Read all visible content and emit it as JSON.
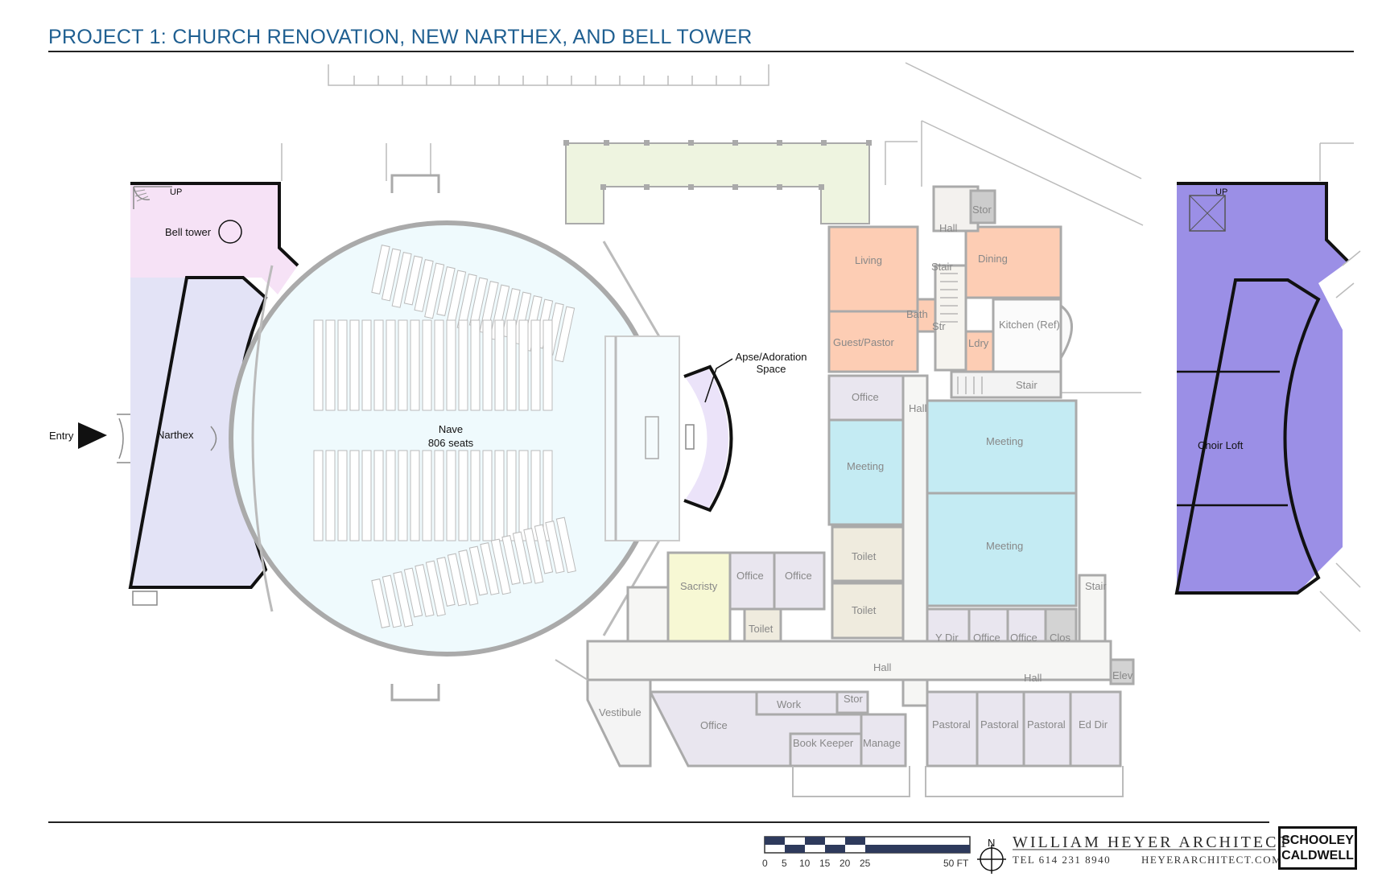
{
  "sheet_title": "PROJECT 1: CHURCH RENOVATION, NEW NARTHEX, AND BELL TOWER",
  "colors": {
    "title": "#1f5f91",
    "bell_tower": "#f6e2f6",
    "narthex": "#e3e3f6",
    "nave": "#effafd",
    "apse": "#ebe3f9",
    "residence": "#fdcdb4",
    "meeting": "#c4ebf3",
    "sacristy": "#f7f8d4",
    "toilet": "#efebde",
    "office": "#e9e6ef",
    "courtyard": "#eef4e0",
    "choir_loft": "#9b8fe6",
    "wall_new": "#111111",
    "wall_existing": "#aaaaaa"
  },
  "rooms": {
    "bell_tower": "Bell tower",
    "narthex": "Narthex",
    "entry": "Entry",
    "nave": "Nave",
    "nave_seats": "806 seats",
    "apse_line1": "Apse/Adoration",
    "apse_line2": "Space",
    "up_left": "UP",
    "up_right": "UP",
    "stor_top": "Stor",
    "hall_top": "Hall",
    "living": "Living",
    "stair_top": "Stair",
    "dining": "Dining",
    "bath": "Bath",
    "str": "Str",
    "kitchen": "Kitchen (Ref)",
    "guest_pastor": "Guest/Pastor",
    "ldry": "Ldry",
    "stair_mid": "Stair",
    "office_a": "Office",
    "hall_mid": "Hall",
    "meeting_a": "Meeting",
    "meeting_b": "Meeting",
    "meeting_c": "Meeting",
    "toilet_a": "Toilet",
    "toilet_b": "Toilet",
    "sacristy": "Sacristy",
    "office_b": "Office",
    "office_c": "Office",
    "toilet_c": "Toilet",
    "stair_right": "Stair",
    "y_dir": "Y Dir",
    "office_d": "Office",
    "office_e": "Office",
    "clos": "Clos",
    "hall_bottom": "Hall",
    "hall_right": "Hall",
    "elev": "Elev",
    "vestibule": "Vestibule",
    "work": "Work",
    "stor_bottom": "Stor",
    "office_f": "Office",
    "book_keeper": "Book Keeper",
    "manage": "Manage",
    "pastoral_a": "Pastoral",
    "pastoral_b": "Pastoral",
    "pastoral_c": "Pastoral",
    "ed_dir": "Ed Dir",
    "choir_loft": "Choir Loft"
  },
  "scale": {
    "ticks": [
      "0",
      "5",
      "10",
      "15",
      "20",
      "25"
    ],
    "end": "50 FT",
    "north": "N"
  },
  "firm": {
    "name": "WILLIAM HEYER ARCHITECT",
    "tel": "TEL 614 231 8940",
    "web": "HEYERARCHITECT.COM",
    "logo_line1": "SCHOOLEY",
    "logo_line2": "CALDWELL"
  }
}
